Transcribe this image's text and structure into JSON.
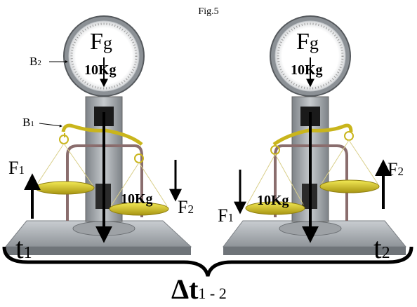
{
  "figure_title": "Fig.5",
  "labels": {
    "fg_letter": "F",
    "fg_sub": "g",
    "dial_mass": "10Kg",
    "pan_mass": "10Kg",
    "b2_letter": "B",
    "b2_sub": "2",
    "b1_letter": "B",
    "b1_sub": "1",
    "f_letter": "F",
    "sub_1": "1",
    "sub_2": "2",
    "t_letter": "t",
    "delta_t": "Δt",
    "delta_sub": "1 - 2"
  },
  "colors": {
    "brass": "#c9b51c",
    "brass_light": "#f2e84a",
    "steel": "#b8bcc0",
    "arrow": "#000000"
  }
}
